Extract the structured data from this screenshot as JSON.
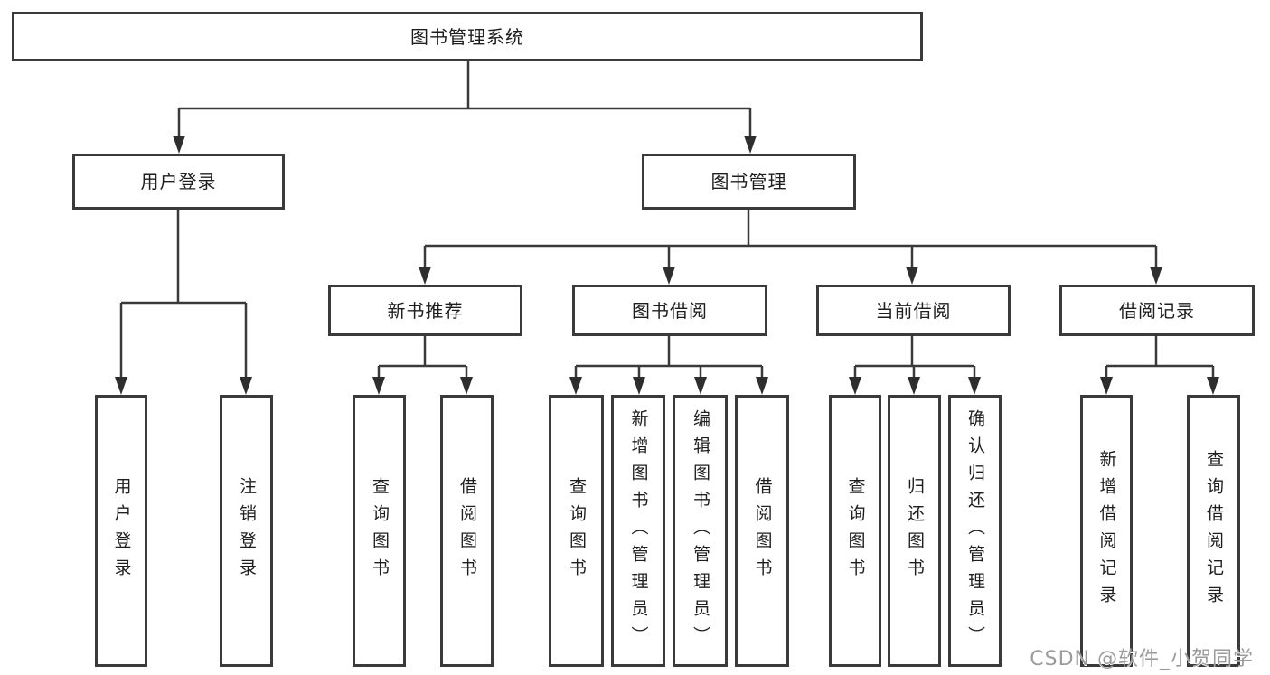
{
  "diagram": {
    "root": "图书管理系统",
    "user_login": "用户登录",
    "book_mgmt": "图书管理",
    "login": "用户登录",
    "logout": "注销登录",
    "new_book_rec": "新书推荐",
    "book_borrow": "图书借阅",
    "current_borrow": "当前借阅",
    "borrow_records": "借阅记录",
    "rec_query_books": "查询图书",
    "rec_borrow_books": "借阅图书",
    "bb_query_books": "查询图书",
    "bb_add_books": "新增图书（管理员）",
    "bb_edit_books": "编辑图书（管理员）",
    "bb_borrow_books": "借阅图书",
    "cb_query_books": "查询图书",
    "cb_return_books": "归还图书",
    "cb_confirm_return": "确认归还（管理员）",
    "br_add_record": "新增借阅记录",
    "br_query_record": "查询借阅记录"
  },
  "watermark": {
    "text": "CSDN @软件_小贺同学"
  },
  "colors": {
    "line": "#3a3a3a",
    "box_border": "#3a3a3a",
    "text": "#1e1e1e",
    "background": "#ffffff",
    "watermark": "#9b9b9b"
  }
}
